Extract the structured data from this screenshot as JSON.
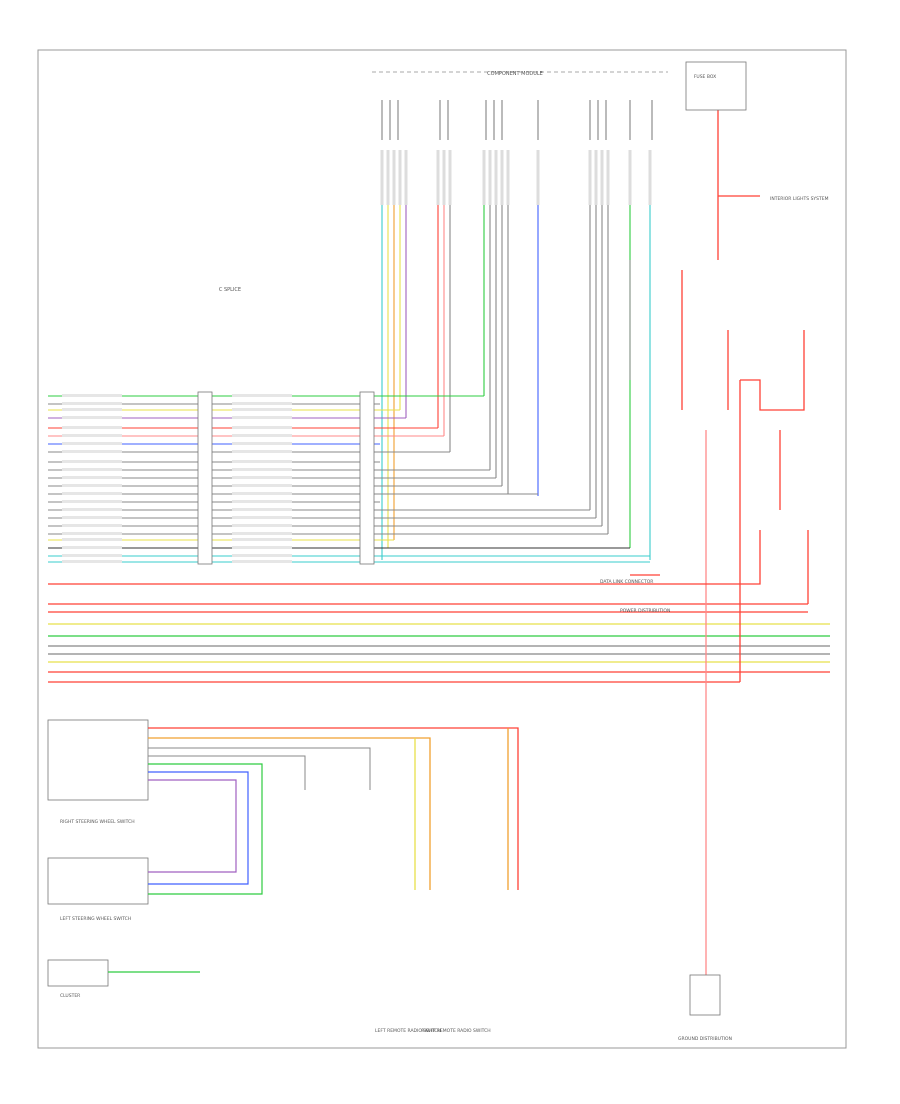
{
  "diagram": {
    "module_title": "COMPONENT MODULE",
    "splice_label": "C SPLICE",
    "footer_code": "",
    "left_labels": [
      "RIGHT STEERING WHEEL SWITCH",
      "LEFT STEERING WHEEL SWITCH",
      "CLUSTER",
      "RIGHT REMOTE RADIO SWITCH",
      "LEFT REMOTE RADIO SWITCH"
    ],
    "right_labels": [
      "FUSE BOX",
      "INTERIOR LIGHTS SYSTEM",
      "DATA LINK CONNECTOR",
      "POWER DISTRIBUTION",
      "GROUND DISTRIBUTION"
    ],
    "wire_colors": {
      "green": "#2ecc40",
      "cyan": "#39cccc",
      "yellow": "#e8e04a",
      "orange": "#f0a030",
      "red": "#ff4136",
      "pink": "#ff8a8a",
      "blue": "#4060ff",
      "violet": "#a060c0",
      "gray": "#888888",
      "black": "#333333"
    }
  }
}
